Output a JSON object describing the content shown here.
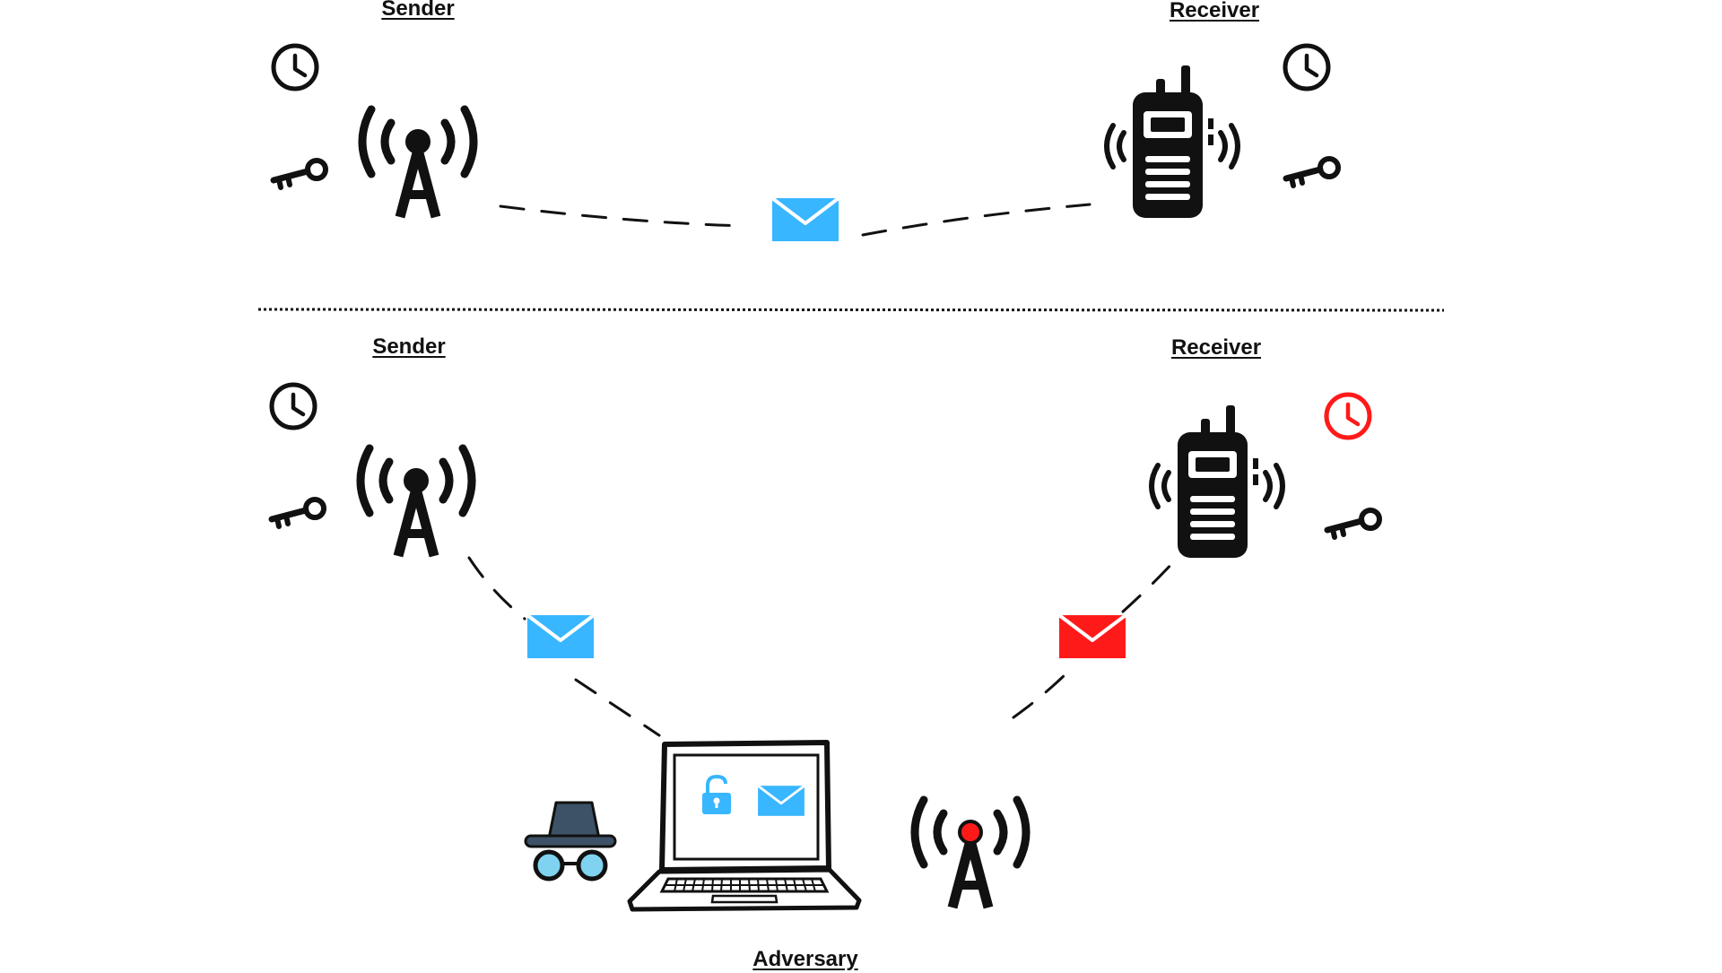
{
  "labels": {
    "top_sender": "Sender",
    "top_receiver": "Receiver",
    "bottom_sender": "Sender",
    "bottom_receiver": "Receiver",
    "adversary": "Adversary"
  },
  "icons": {
    "clock": "clock-icon",
    "key": "key-icon",
    "tower": "radio-tower-icon",
    "walkie_talkie": "walkie-talkie-icon",
    "envelope": "envelope-icon",
    "laptop": "laptop-icon",
    "unlocked_padlock": "unlocked-padlock-icon",
    "spy": "spy-hat-glasses-icon"
  },
  "colors": {
    "ink": "#111111",
    "legit_message": "#38b6ff",
    "forged_message": "#ff1a1a",
    "stale_clock": "#ff1a1a",
    "spy_hat": "#3d5266",
    "spy_lens": "#7fd3f0"
  }
}
